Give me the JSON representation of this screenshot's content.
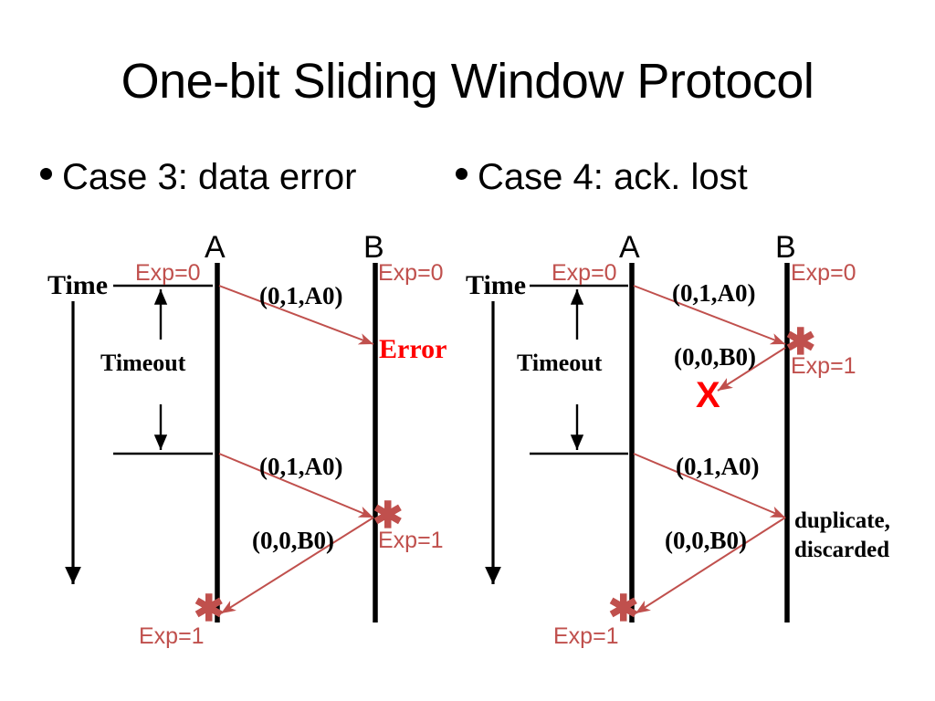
{
  "slide": {
    "title": "One-bit Sliding Window Protocol",
    "background_color": "#ffffff"
  },
  "colors": {
    "accent_red": "#c0504d",
    "error_red": "#ff0000",
    "line_black": "#000000"
  },
  "bullets": [
    {
      "id": "case3",
      "label": "Case 3: data error"
    },
    {
      "id": "case4",
      "label": "Case 4: ack. lost"
    }
  ],
  "diagrams": [
    {
      "id": "case3-diagram",
      "time_label": "Time",
      "timeout_label": "Timeout",
      "node_a": "A",
      "node_b": "B",
      "a_initial_state": "Exp=0",
      "b_initial_state": "Exp=0",
      "b_final_state": "Exp=1",
      "a_final_state": "Exp=1",
      "messages": [
        {
          "label": "(0,1,A0)",
          "direction": "a-to-b",
          "outcome": "Error"
        },
        {
          "label": "(0,1,A0)",
          "direction": "a-to-b",
          "outcome": "received"
        },
        {
          "label": "(0,0,B0)",
          "direction": "b-to-a",
          "outcome": "received"
        }
      ],
      "annotations": [
        {
          "text": "Error",
          "kind": "error"
        }
      ]
    },
    {
      "id": "case4-diagram",
      "time_label": "Time",
      "timeout_label": "Timeout",
      "node_a": "A",
      "node_b": "B",
      "a_initial_state": "Exp=0",
      "b_initial_state": "Exp=0",
      "b_state_after_first": "Exp=1",
      "a_final_state": "Exp=1",
      "messages": [
        {
          "label": "(0,1,A0)",
          "direction": "a-to-b",
          "outcome": "received"
        },
        {
          "label": "(0,0,B0)",
          "direction": "b-to-a",
          "outcome": "lost"
        },
        {
          "label": "(0,1,A0)",
          "direction": "a-to-b",
          "outcome": "duplicate"
        },
        {
          "label": "(0,0,B0)",
          "direction": "b-to-a",
          "outcome": "received"
        }
      ],
      "annotations": [
        {
          "text": "X",
          "kind": "lost-marker"
        },
        {
          "text": "duplicate,",
          "kind": "note-line1"
        },
        {
          "text": "discarded",
          "kind": "note-line2"
        }
      ]
    }
  ],
  "glyphs": {
    "star": "✱",
    "x": "X"
  }
}
